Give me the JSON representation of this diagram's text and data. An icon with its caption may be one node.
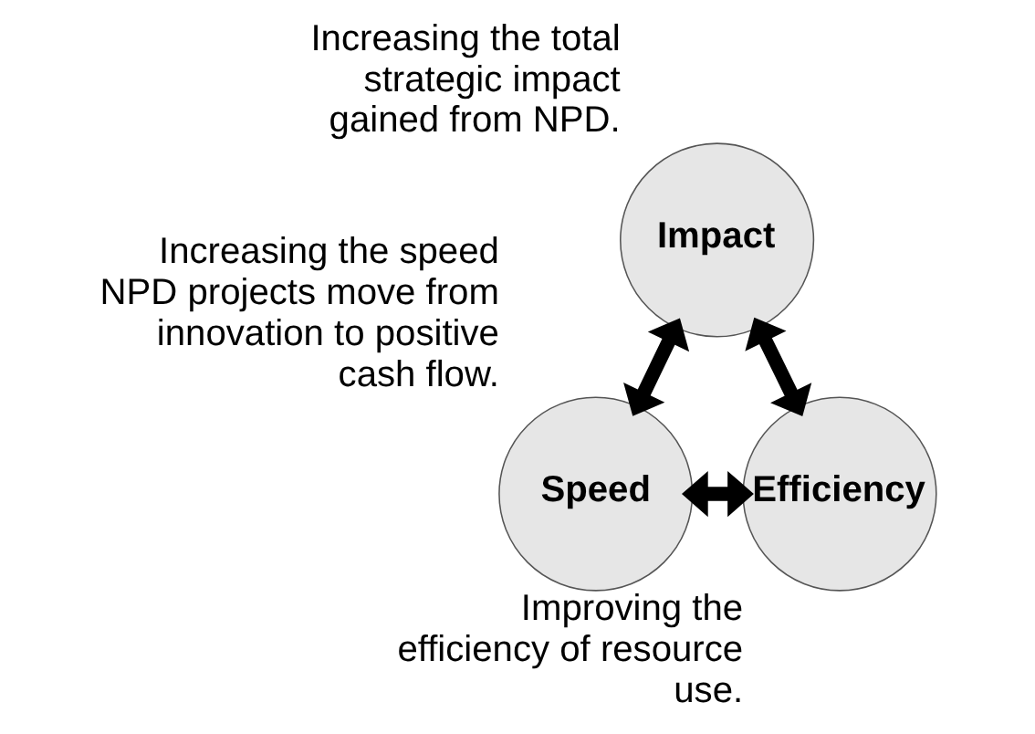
{
  "diagram": {
    "nodes": [
      {
        "text": [
          "Impact"
        ],
        "beside": [
          "Increasing the total strategic impact gained from NPD."
        ]
      },
      {
        "text": [
          "Speed"
        ],
        "beside": [
          "Increasing the speed NPD projects move from innovation to positive cash flow."
        ]
      },
      {
        "text": [
          "Efficiency"
        ],
        "beside": [
          "Improving the efficiency of resource use."
        ]
      }
    ],
    "edges": [
      {
        "from": 0,
        "to": 1,
        "arrow": "both"
      },
      {
        "from": 0,
        "to": 2,
        "arrow": "both"
      },
      {
        "from": 1,
        "to": 2,
        "arrow": "both"
      }
    ]
  }
}
